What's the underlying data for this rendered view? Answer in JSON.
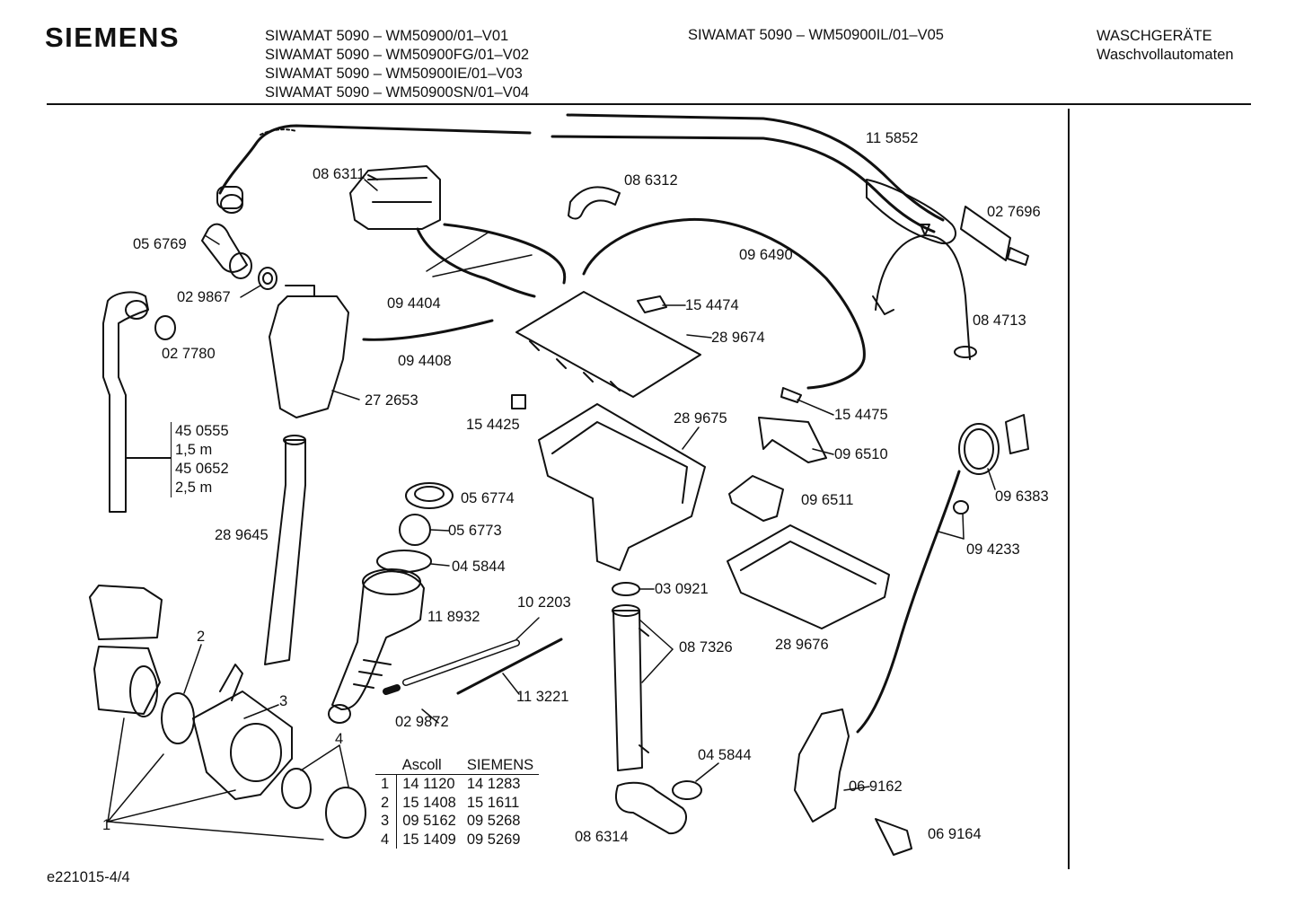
{
  "header": {
    "brand": "SIEMENS",
    "models_left": [
      "SIWAMAT 5090 – WM50900/01–V01",
      "SIWAMAT 5090 – WM50900FG/01–V02",
      "SIWAMAT 5090 – WM50900IE/01–V03",
      "SIWAMAT 5090 – WM50900SN/01–V04"
    ],
    "model_right": "SIWAMAT 5090 – WM50900IL/01–V05",
    "category": "WASCHGERÄTE",
    "subcategory": "Waschvollautomaten"
  },
  "parts": {
    "p115852": "11 5852",
    "p086311": "08 6311",
    "p086312": "08 6312",
    "p027696": "02 7696",
    "p056769": "05 6769",
    "p096490": "09 6490",
    "p029867": "02 9867",
    "p094404": "09 4404",
    "p154474": "15 4474",
    "p084713": "08 4713",
    "p027780": "02 7780",
    "p289674": "28 9674",
    "p094408": "09 4408",
    "p272653": "27 2653",
    "p154475": "15 4475",
    "p289675": "28 9675",
    "p154425": "15 4425",
    "p096510": "09 6510",
    "p096383": "09 6383",
    "p096511": "09 6511",
    "p056774": "05 6774",
    "p289645": "28 9645",
    "p056773": "05 6773",
    "p094233": "09 4233",
    "p045844a": "04 5844",
    "p030921": "03 0921",
    "p102203": "10 2203",
    "p118932": "11 8932",
    "p087326": "08 7326",
    "p289676": "28 9676",
    "p113221": "11 3221",
    "p029872": "02 9872",
    "p045844b": "04 5844",
    "p069162": "06 9162",
    "p086314": "08 6314",
    "p069164": "06 9164",
    "ref1": "1",
    "ref2": "2",
    "ref3": "3",
    "ref4": "4"
  },
  "hose_lengths": [
    "45 0555",
    "1,5 m",
    "45 0652",
    "2,5 m"
  ],
  "xref_table": {
    "headers": [
      "",
      "Ascoll",
      "SIEMENS"
    ],
    "rows": [
      [
        "1",
        "14 1120",
        "14 1283"
      ],
      [
        "2",
        "15 1408",
        "15 1611"
      ],
      [
        "3",
        "09 5162",
        "09 5268"
      ],
      [
        "4",
        "15 1409",
        "09 5269"
      ]
    ]
  },
  "footer": {
    "doc_id": "e221015-4/4"
  }
}
